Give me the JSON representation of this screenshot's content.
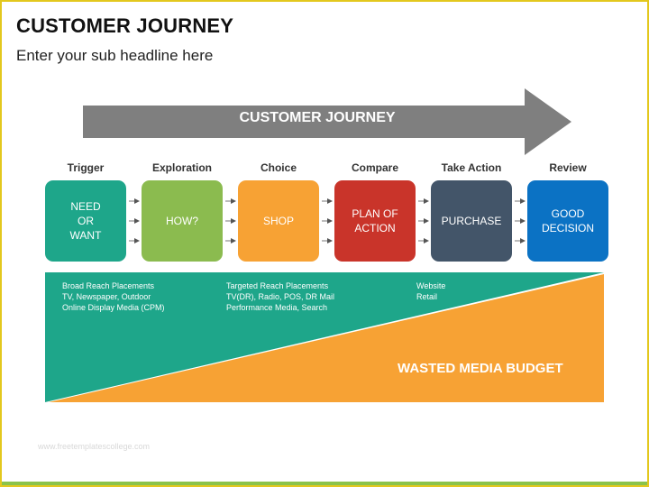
{
  "header": {
    "title": "CUSTOMER JOURNEY",
    "subtitle": "Enter your sub headline here"
  },
  "banner": {
    "label": "CUSTOMER JOURNEY",
    "color": "#7f7f7f"
  },
  "stages": [
    {
      "label": "Trigger",
      "text": "NEED\nOR\nWANT",
      "color": "#1ea68a"
    },
    {
      "label": "Exploration",
      "text": "HOW?",
      "color": "#8bbb4f"
    },
    {
      "label": "Choice",
      "text": "SHOP",
      "color": "#f7a234"
    },
    {
      "label": "Compare",
      "text": "PLAN OF\nACTION",
      "color": "#c9342a"
    },
    {
      "label": "Take Action",
      "text": "PURCHASE",
      "color": "#435569"
    },
    {
      "label": "Review",
      "text": "GOOD\nDECISION",
      "color": "#0b72c4"
    }
  ],
  "placements": [
    {
      "lines": [
        "Broad Reach Placements",
        "TV, Newspaper, Outdoor",
        "Online Display Media (CPM)"
      ]
    },
    {
      "lines": [
        "Targeted Reach Placements",
        "TV(DR), Radio, POS, DR Mail",
        "Performance Media, Search"
      ]
    },
    {
      "lines": [
        "Website",
        "Retail"
      ]
    }
  ],
  "budget": {
    "label": "WASTED MEDIA BUDGET",
    "teal_color": "#1ea68a",
    "orange_color": "#f7a234"
  },
  "watermark": "www.freetemplatescollege.com"
}
